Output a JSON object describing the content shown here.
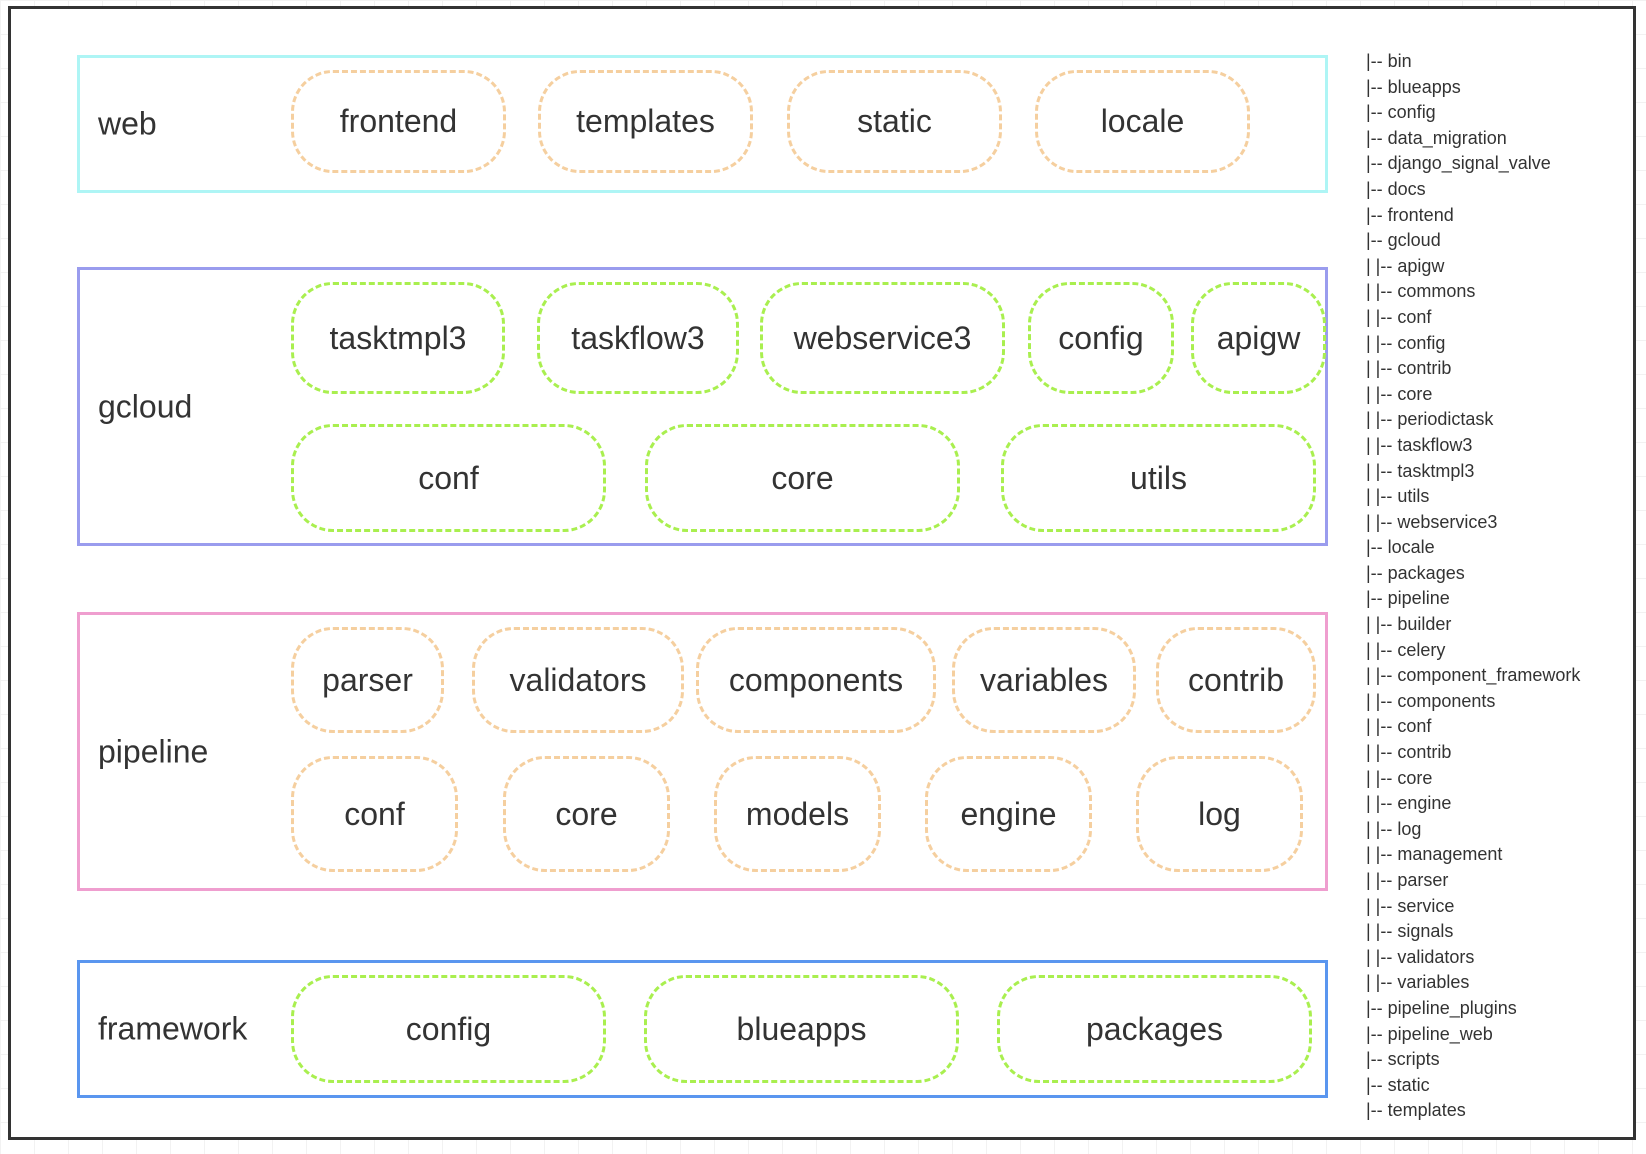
{
  "colors": {
    "frame_border": "#333333",
    "web_border": "#aef5f5",
    "gcloud_border": "#9a9cee",
    "pipeline_border": "#ef9ecf",
    "framework_border": "#5a96ef",
    "orange_dash": "#f5cf9f",
    "green_dash": "#a9ef4f",
    "text": "#333333"
  },
  "layers": [
    {
      "id": "web",
      "label": "web",
      "border_color": "#aef5f5",
      "dash_color": "orange",
      "modules": [
        "frontend",
        "templates",
        "static",
        "locale"
      ]
    },
    {
      "id": "gcloud",
      "label": "gcloud",
      "border_color": "#9a9cee",
      "dash_color": "green",
      "modules": [
        "tasktmpl3",
        "taskflow3",
        "webservice3",
        "config",
        "apigw",
        "conf",
        "core",
        "utils"
      ]
    },
    {
      "id": "pipeline",
      "label": "pipeline",
      "border_color": "#ef9ecf",
      "dash_color": "orange",
      "modules": [
        "parser",
        "validators",
        "components",
        "variables",
        "contrib",
        "conf",
        "core",
        "models",
        "engine",
        "log"
      ]
    },
    {
      "id": "framework",
      "label": "framework",
      "border_color": "#5a96ef",
      "dash_color": "green",
      "modules": [
        "config",
        "blueapps",
        "packages"
      ]
    }
  ],
  "tree": [
    "|-- bin",
    "|-- blueapps",
    "|-- config",
    "|-- data_migration",
    "|-- django_signal_valve",
    "|-- docs",
    "|-- frontend",
    "|-- gcloud",
    "| |-- apigw",
    "| |-- commons",
    "| |-- conf",
    "| |-- config",
    "| |-- contrib",
    "| |-- core",
    "| |-- periodictask",
    "| |-- taskflow3",
    "| |-- tasktmpl3",
    "| |-- utils",
    "| |-- webservice3",
    "|-- locale",
    "|-- packages",
    "|-- pipeline",
    "| |-- builder",
    "| |-- celery",
    "| |-- component_framework",
    "| |-- components",
    "| |-- conf",
    "| |-- contrib",
    "| |-- core",
    "| |-- engine",
    "| |-- log",
    "| |-- management",
    "| |-- parser",
    "| |-- service",
    "| |-- signals",
    "| |-- validators",
    "| |-- variables",
    "|-- pipeline_plugins",
    "|-- pipeline_web",
    "|-- scripts",
    "|-- static",
    "|-- templates"
  ]
}
